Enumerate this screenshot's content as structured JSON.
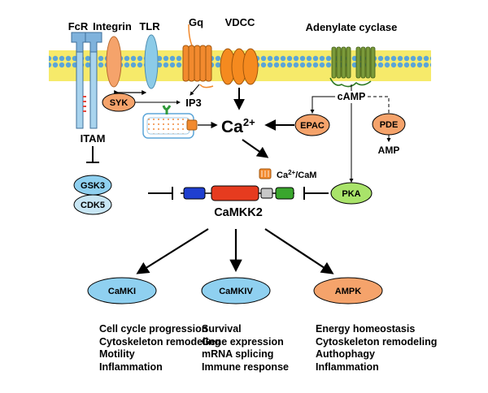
{
  "membrane": {
    "receptors": {
      "fcr": "FcR",
      "integrin": "Integrin",
      "tlr": "TLR",
      "gq": "Gq",
      "vdcc": "VDCC",
      "adenylate_cyclase": "Adenylate cyclase"
    }
  },
  "signaling": {
    "itam": "ITAM",
    "syk": "SYK",
    "ip3": "IP3",
    "calcium_base": "Ca",
    "calcium_sup": "2+",
    "camp": "cAMP",
    "epac": "EPAC",
    "pde": "PDE",
    "amp": "AMP",
    "ca_cam_base": "Ca",
    "ca_cam_sup": "2+",
    "ca_cam_rest": "/CaM",
    "pka": "PKA",
    "gsk3": "GSK3",
    "cdk5": "CDK5",
    "camkk2": "CaMKK2"
  },
  "targets": {
    "camki": "CaMKI",
    "camkiv": "CaMKIV",
    "ampk": "AMPK"
  },
  "outcomes": {
    "camki": [
      "Cell cycle progression",
      "Cytoskeleton remodeling",
      "Motility",
      "Inflammation"
    ],
    "camkiv": [
      "Survival",
      "Gene expression",
      "mRNA splicing",
      "Immune response"
    ],
    "ampk": [
      "Energy homeostasis",
      "Cytoskeleton remodeling",
      "Authophagy",
      "Inflammation"
    ]
  },
  "colors": {
    "membrane_yellow": "#f6ea6a",
    "membrane_blue": "#5ba5d8",
    "fcr_blue": "#7fb2dc",
    "integrin_orange": "#f5a36b",
    "tlr_blue": "#8ccbe8",
    "gq_orange": "#f28a2e",
    "vdcc_orange": "#f58a1f",
    "ac_green": "#7b9a3a",
    "node_orange": "#f5a36b",
    "node_blue": "#8fd0f0",
    "node_lightblue": "#c8e6f4",
    "pka_green": "#a9e36a",
    "camkk2_blue": "#1f3fd0",
    "camkk2_red": "#e63b1f",
    "camkk2_gray": "#c8c8c8",
    "camkk2_green": "#3aa62d"
  }
}
